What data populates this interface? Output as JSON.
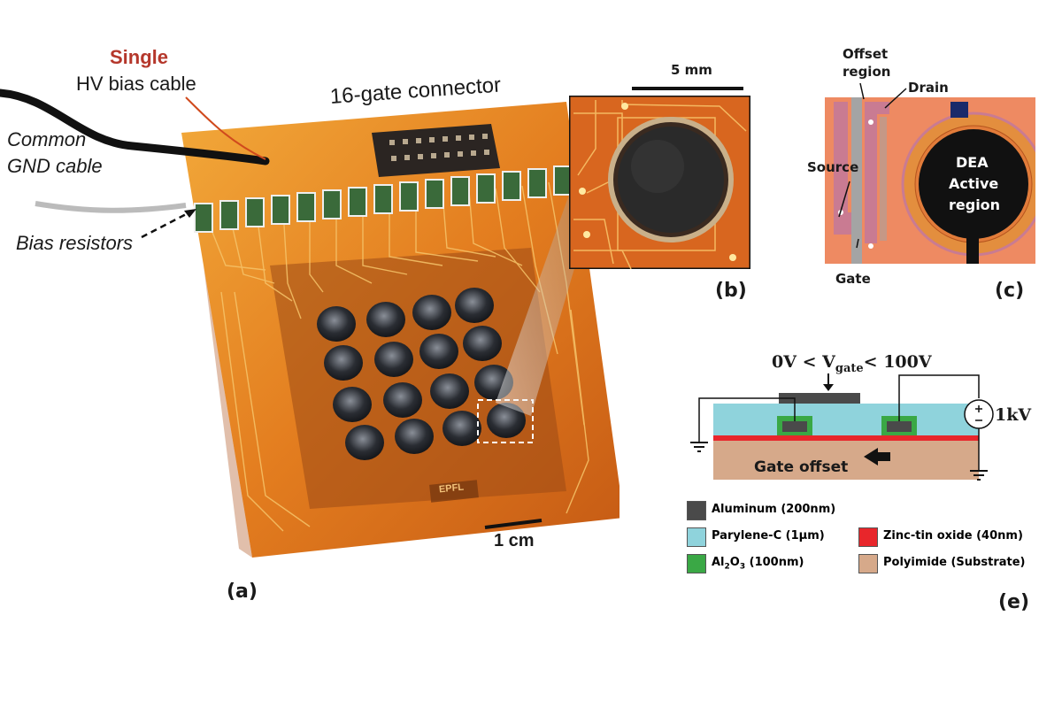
{
  "panel_a": {
    "label": "(a)",
    "single": "Single",
    "hv_bias_cable": "HV bias cable",
    "common_gnd_line1": "Common",
    "common_gnd_line2": "GND cable",
    "connector": "16-gate connector",
    "bias_resistors": "Bias resistors",
    "scale_bar": "1 cm",
    "logo": "EPFL"
  },
  "panel_b": {
    "label": "(b)",
    "scale_bar": "5 mm"
  },
  "panel_c": {
    "label": "(c)",
    "offset_region_line1": "Offset",
    "offset_region_line2": "region",
    "drain": "Drain",
    "source": "Source",
    "gate": "Gate",
    "dea_line1": "DEA",
    "dea_line2": "Active",
    "dea_line3": "region"
  },
  "panel_e": {
    "label": "(e)",
    "voltage_range_left": "0V < V",
    "voltage_range_sub": "gate",
    "voltage_range_right": "< 100V",
    "supply": "1kV",
    "gate_offset": "Gate offset",
    "legend": {
      "aluminum": "Aluminum (200nm)",
      "parylene": "Parylene-C (1μm)",
      "zto": "Zinc-tin oxide (40nm)",
      "al2o3_prefix": "Al",
      "al2o3_sub1": "2",
      "al2o3_mid": "O",
      "al2o3_sub2": "3",
      "al2o3_suffix": " (100nm)",
      "polyimide": "Polyimide (Substrate)"
    }
  },
  "colors": {
    "single_red": "#b5372b",
    "aluminum": "#4a4a4a",
    "parylene": "#8fd3dc",
    "zto": "#e8262b",
    "al2o3": "#3aa845",
    "polyimide": "#d6a98a",
    "device_orange": "#e98b2a"
  }
}
